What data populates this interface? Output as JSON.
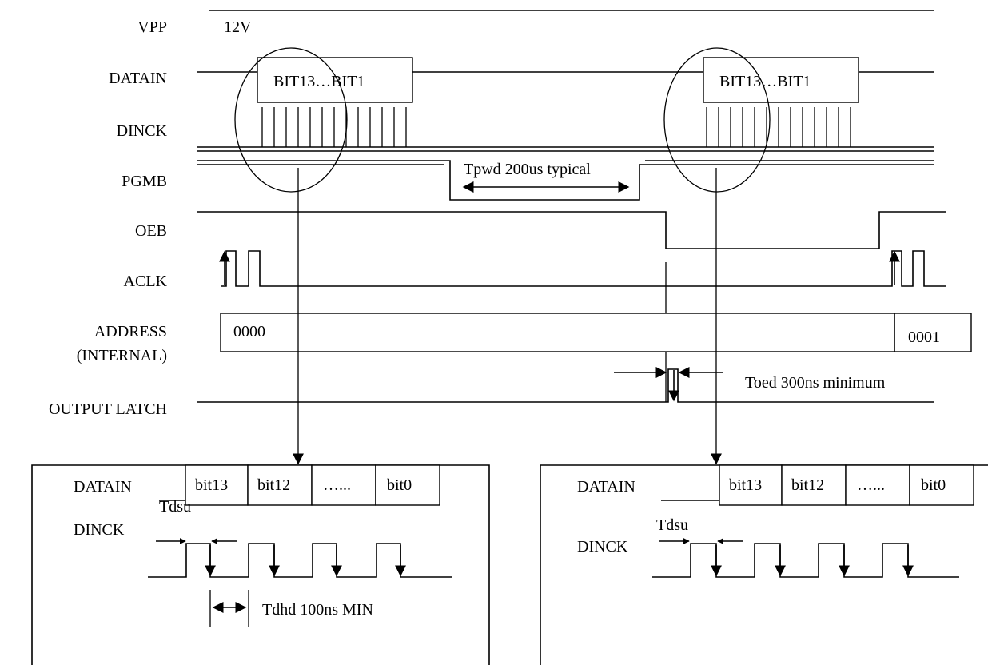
{
  "signals": {
    "vpp": "VPP",
    "datain": "DATAIN",
    "dinck": "DINCK",
    "pgmb": "PGMB",
    "oeb": "OEB",
    "aclk": "ACLK",
    "address_line1": "ADDRESS",
    "address_line2": "(INTERNAL)",
    "output_latch": "OUTPUT LATCH"
  },
  "vpp_value": "12V",
  "data_burst_label": "BIT13…BIT1",
  "tpwd_label": "Tpwd 200us typical",
  "address_values": [
    "0000",
    "0001"
  ],
  "toed_label": "Toed 300ns minimum",
  "detail_left": {
    "datain": "DATAIN",
    "dinck": "DINCK",
    "cells": [
      "bit13",
      "bit12",
      "…...",
      "bit0"
    ],
    "tdsu": "Tdsu",
    "tdhd": "Tdhd 100ns MIN"
  },
  "detail_right": {
    "datain": "DATAIN",
    "dinck": "DINCK",
    "cells": [
      "bit13",
      "bit12",
      "…...",
      "bit0"
    ],
    "tdsu": "Tdsu"
  }
}
